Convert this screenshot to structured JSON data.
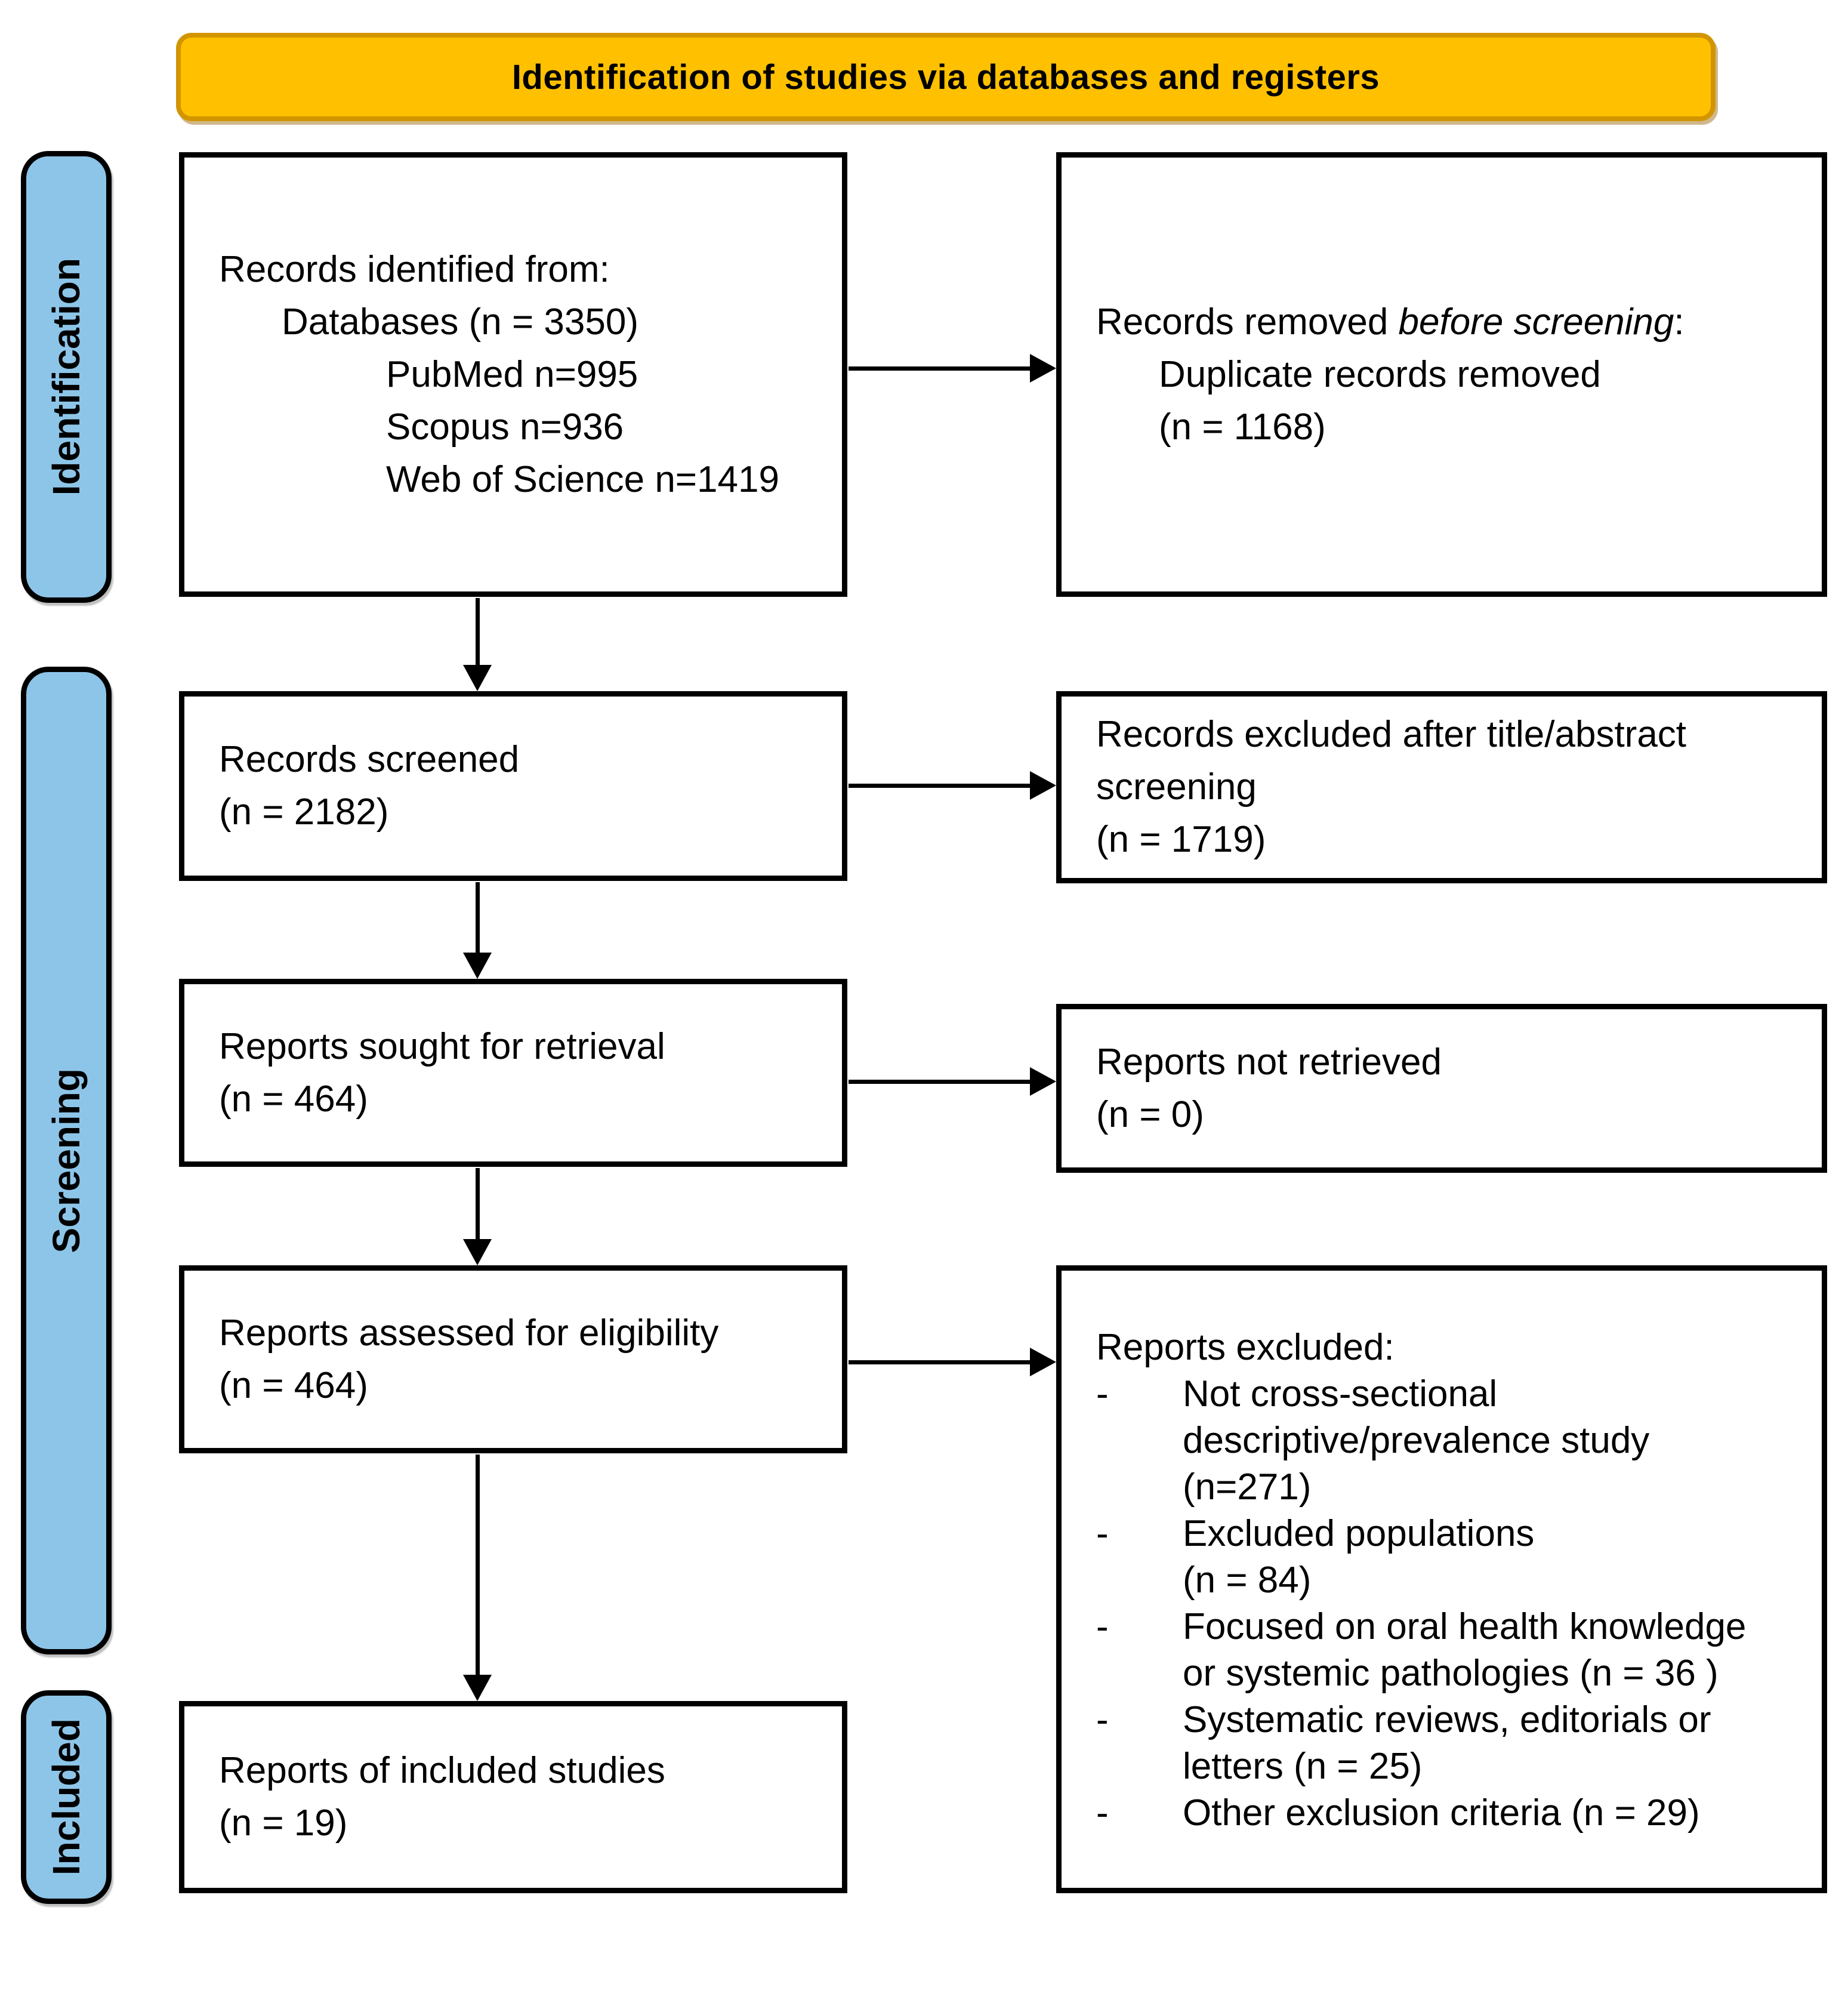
{
  "colors": {
    "header_fill": "#FFC000",
    "header_border": "#D29500",
    "stage_fill": "#8DC5E8",
    "line_color": "#000000"
  },
  "header": {
    "title": "Identification of studies via databases and registers"
  },
  "stages": [
    {
      "label": "Identification"
    },
    {
      "label": "Screening"
    },
    {
      "label": "Included"
    }
  ],
  "boxes": {
    "identified": {
      "lines": [
        {
          "text": "Records identified from:"
        },
        {
          "text": "Databases (n = 3350)",
          "indent": 1
        },
        {
          "text": "PubMed n=995",
          "indent": 2
        },
        {
          "text": "Scopus n=936",
          "indent": 2
        },
        {
          "text": "Web of Science n=1419",
          "indent": 2
        }
      ]
    },
    "removed": {
      "lines": [
        {
          "runs": [
            {
              "text": "Records removed "
            },
            {
              "text": "before screening",
              "italic": true
            },
            {
              "text": ":"
            }
          ]
        },
        {
          "text": "Duplicate records removed",
          "indent": 1
        },
        {
          "text": "(n = 1168)",
          "indent": 1
        }
      ]
    },
    "screened": {
      "lines": [
        {
          "text": "Records screened"
        },
        {
          "text": "(n = 2182)"
        }
      ]
    },
    "excluded_screening": {
      "lines": [
        {
          "text": "Records excluded after title/abstract"
        },
        {
          "text": "screening"
        },
        {
          "text": "(n = 1719)"
        }
      ]
    },
    "sought": {
      "lines": [
        {
          "text": "Reports sought for retrieval"
        },
        {
          "text": "(n = 464)"
        }
      ]
    },
    "not_retrieved": {
      "lines": [
        {
          "text": "Reports not retrieved"
        },
        {
          "text": "(n = 0)"
        }
      ]
    },
    "assessed": {
      "lines": [
        {
          "text": "Reports assessed for eligibility"
        },
        {
          "text": "(n = 464)"
        }
      ]
    },
    "excluded_reports": {
      "lines": [
        {
          "text": "Reports excluded:"
        },
        {
          "marker": "-",
          "text": "Not cross-sectional"
        },
        {
          "cont": true,
          "text": "descriptive/prevalence study"
        },
        {
          "cont": true,
          "text": "(n=271)"
        },
        {
          "marker": "-",
          "text": "Excluded populations"
        },
        {
          "cont": true,
          "text": "(n = 84)"
        },
        {
          "marker": "-",
          "text": "Focused on oral health knowledge"
        },
        {
          "cont": true,
          "text": "or systemic pathologies (n = 36 )"
        },
        {
          "marker": "-",
          "text": "Systematic reviews, editorials or"
        },
        {
          "cont": true,
          "text": "letters (n = 25)"
        },
        {
          "marker": "-",
          "text": "Other exclusion criteria (n = 29)"
        }
      ]
    },
    "included": {
      "lines": [
        {
          "text": "Reports of included studies"
        },
        {
          "text": "(n = 19)"
        }
      ]
    }
  }
}
